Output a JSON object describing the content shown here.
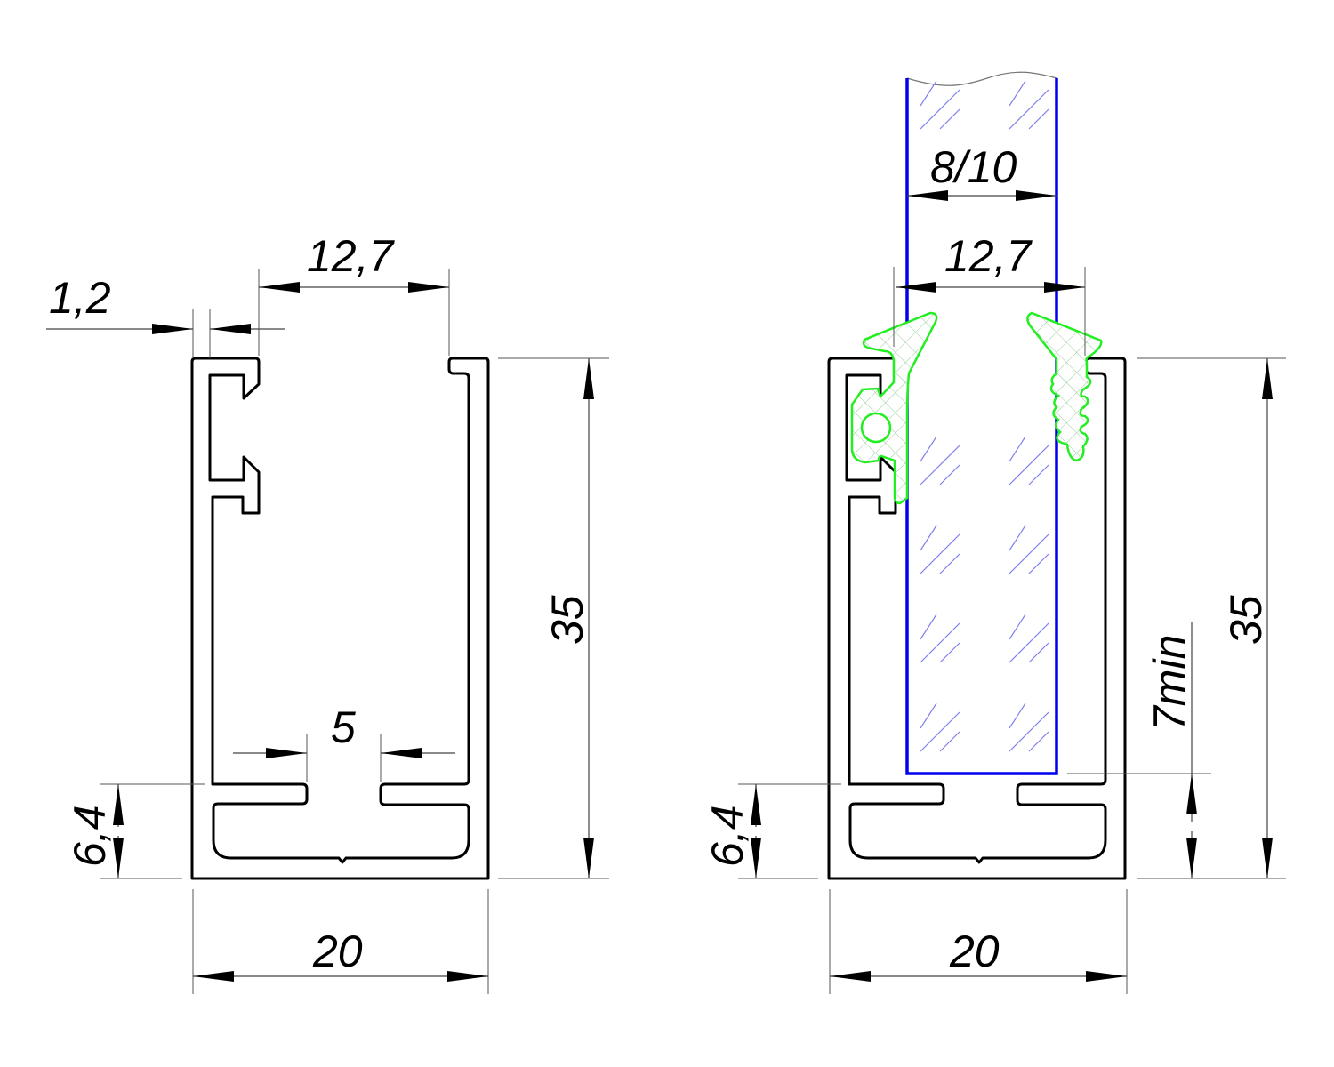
{
  "title": "Glass balustrade U-profile cross-section",
  "colors": {
    "profile": "#000000",
    "glass": "#0000ee",
    "seal": "#22ee22",
    "glass_hatch": "#8080ee"
  },
  "profile_left": {
    "dims": {
      "wall": "1,2",
      "opening": "12,7",
      "height": "35",
      "slot": "5",
      "base": "6,4",
      "width": "20"
    }
  },
  "profile_right": {
    "dims": {
      "glass": "8/10",
      "opening": "12,7",
      "height": "35",
      "min_insert": "7min",
      "base": "6,4",
      "width": "20"
    }
  }
}
